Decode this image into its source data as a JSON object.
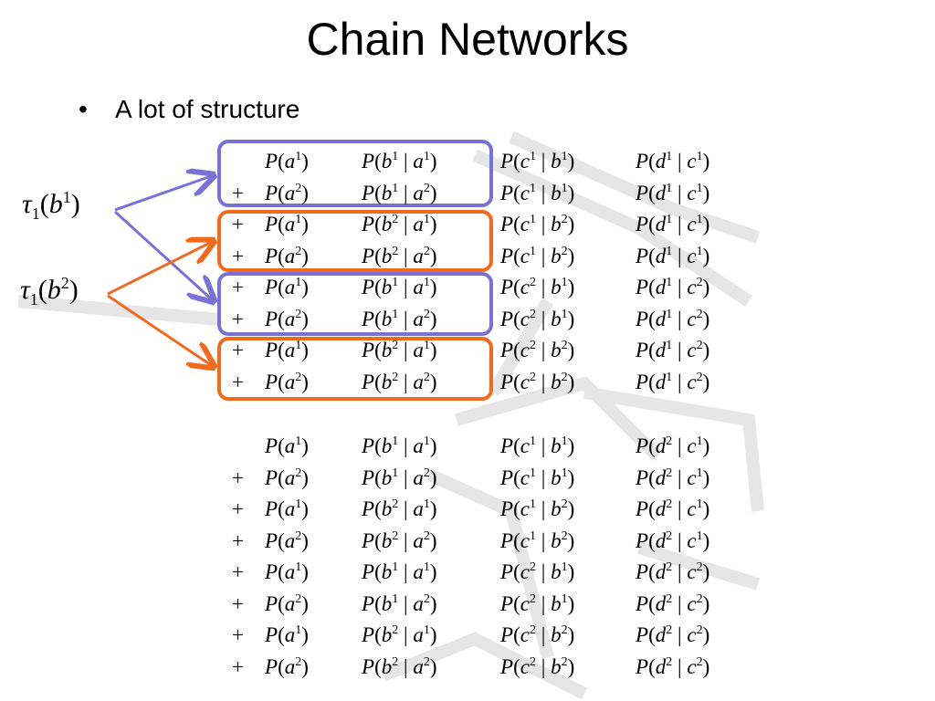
{
  "slide": {
    "title": "Chain Networks",
    "bullet": "A lot of structure",
    "bullet_marker": "•"
  },
  "colors": {
    "blue": "#7b70d8",
    "orange": "#f26b1d"
  },
  "labels": {
    "tau_b1": {
      "fn": "τ",
      "sub": "1",
      "var": "b",
      "sup": "1"
    },
    "tau_b2": {
      "fn": "τ",
      "sub": "1",
      "var": "b",
      "sup": "2"
    }
  },
  "upper_rows": [
    {
      "plus": "",
      "a": "1",
      "b": "1",
      "ba": "1",
      "c": "1",
      "cb": "1",
      "d": "1",
      "dc": "1"
    },
    {
      "plus": "+",
      "a": "2",
      "b": "1",
      "ba": "2",
      "c": "1",
      "cb": "1",
      "d": "1",
      "dc": "1"
    },
    {
      "plus": "+",
      "a": "1",
      "b": "2",
      "ba": "1",
      "c": "1",
      "cb": "2",
      "d": "1",
      "dc": "1"
    },
    {
      "plus": "+",
      "a": "2",
      "b": "2",
      "ba": "2",
      "c": "1",
      "cb": "2",
      "d": "1",
      "dc": "1"
    },
    {
      "plus": "+",
      "a": "1",
      "b": "1",
      "ba": "1",
      "c": "2",
      "cb": "1",
      "d": "1",
      "dc": "2"
    },
    {
      "plus": "+",
      "a": "2",
      "b": "1",
      "ba": "2",
      "c": "2",
      "cb": "1",
      "d": "1",
      "dc": "2"
    },
    {
      "plus": "+",
      "a": "1",
      "b": "2",
      "ba": "1",
      "c": "2",
      "cb": "2",
      "d": "1",
      "dc": "2"
    },
    {
      "plus": "+",
      "a": "2",
      "b": "2",
      "ba": "2",
      "c": "2",
      "cb": "2",
      "d": "1",
      "dc": "2"
    }
  ],
  "lower_rows": [
    {
      "plus": "",
      "a": "1",
      "b": "1",
      "ba": "1",
      "c": "1",
      "cb": "1",
      "d": "2",
      "dc": "1"
    },
    {
      "plus": "+",
      "a": "2",
      "b": "1",
      "ba": "2",
      "c": "1",
      "cb": "1",
      "d": "2",
      "dc": "1"
    },
    {
      "plus": "+",
      "a": "1",
      "b": "2",
      "ba": "1",
      "c": "1",
      "cb": "2",
      "d": "2",
      "dc": "1"
    },
    {
      "plus": "+",
      "a": "2",
      "b": "2",
      "ba": "2",
      "c": "1",
      "cb": "2",
      "d": "2",
      "dc": "1"
    },
    {
      "plus": "+",
      "a": "1",
      "b": "1",
      "ba": "1",
      "c": "2",
      "cb": "1",
      "d": "2",
      "dc": "2"
    },
    {
      "plus": "+",
      "a": "2",
      "b": "1",
      "ba": "2",
      "c": "2",
      "cb": "1",
      "d": "2",
      "dc": "2"
    },
    {
      "plus": "+",
      "a": "1",
      "b": "2",
      "ba": "1",
      "c": "2",
      "cb": "2",
      "d": "2",
      "dc": "2"
    },
    {
      "plus": "+",
      "a": "2",
      "b": "2",
      "ba": "2",
      "c": "2",
      "cb": "2",
      "d": "2",
      "dc": "2"
    }
  ]
}
